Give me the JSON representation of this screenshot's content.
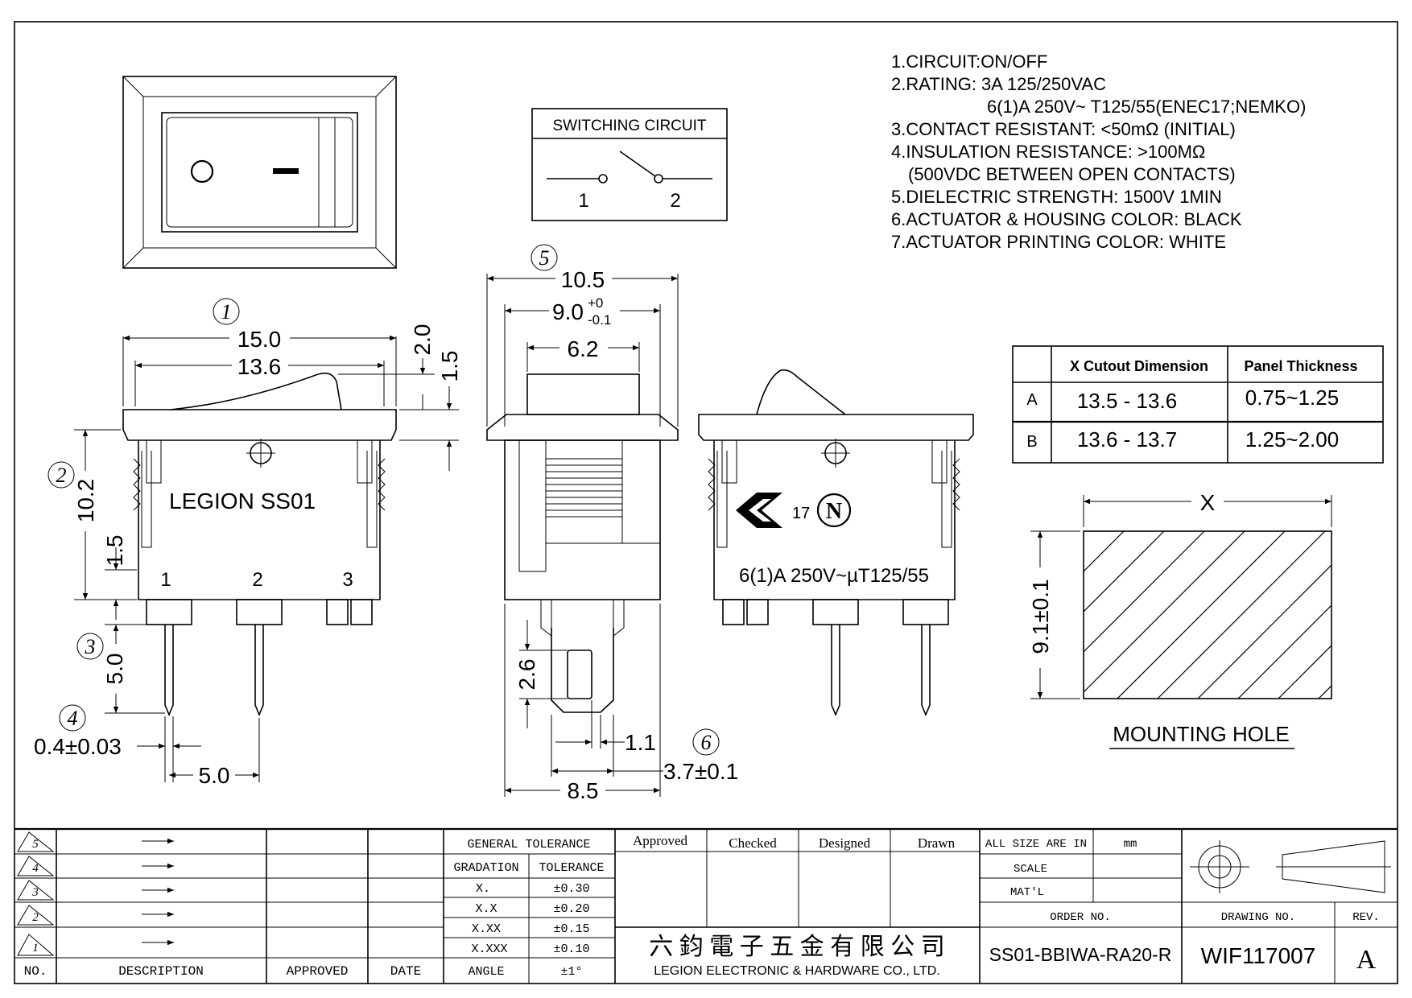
{
  "specs": [
    "1.CIRCUIT:ON/OFF",
    "2.RATING: 3A 125/250VAC",
    "6(1)A 250V~ T125/55(ENEC17;NEMKO)",
    "3.CONTACT RESISTANT: <50mΩ (INITIAL)",
    "4.INSULATION RESISTANCE: >100MΩ",
    "(500VDC BETWEEN OPEN CONTACTS)",
    "5.DIELECTRIC STRENGTH: 1500V  1MIN",
    "6.ACTUATOR & HOUSING COLOR: BLACK",
    "7.ACTUATOR PRINTING COLOR: WHITE"
  ],
  "switching_circuit": {
    "title": "SWITCHING CIRCUIT",
    "terminal_1": "1",
    "terminal_2": "2"
  },
  "callouts": [
    "1",
    "2",
    "3",
    "4",
    "5",
    "6"
  ],
  "front_view": {
    "symbol_off": "O",
    "symbol_on": "-"
  },
  "side_view": {
    "dim_15": "15.0",
    "dim_13_6": "13.6",
    "dim_2_0": "2.0",
    "dim_1_5_top": "1.5",
    "dim_10_2": "10.2",
    "dim_1_5_bottom": "1.5",
    "dim_5_0_pin": "5.0",
    "dim_pin_width": "0.4±0.03",
    "dim_pitch": "5.0",
    "label": "LEGION  SS01",
    "pin_1": "1",
    "pin_2": "2",
    "pin_3": "3"
  },
  "end_view": {
    "dim_10_5": "10.5",
    "dim_9_0": "9.0",
    "dim_9_0_tol_upper": "+0",
    "dim_9_0_tol_lower": "-0.1",
    "dim_6_2": "6.2",
    "dim_2_6": "2.6",
    "dim_1_1": "1.1",
    "dim_8_5": "8.5",
    "dim_3_7": "3.7±0.1"
  },
  "back_view": {
    "enec_number": "17",
    "nemko_mark": "N",
    "rating_label": "6(1)A 250V~µT125/55"
  },
  "cutout_table": {
    "headers": [
      "",
      "X  Cutout Dimension",
      "Panel Thickness"
    ],
    "rows": [
      [
        "A",
        "13.5 - 13.6",
        "0.75~1.25"
      ],
      [
        "B",
        "13.6 - 13.7",
        "1.25~2.00"
      ]
    ]
  },
  "mounting_hole": {
    "x_label": "X",
    "height_label": "9.1±0.1",
    "caption": "MOUNTING HOLE"
  },
  "title_block": {
    "revisions": [
      "5",
      "4",
      "3",
      "2",
      "1"
    ],
    "rev_headers": {
      "no": "NO.",
      "description": "DESCRIPTION",
      "approved": "APPROVED",
      "date": "DATE"
    },
    "tolerance": {
      "title": "GENERAL TOLERANCE",
      "col_gradation": "GRADATION",
      "col_tolerance": "TOLERANCE",
      "rows": [
        [
          "X.",
          "±0.30"
        ],
        [
          "X.X",
          "±0.20"
        ],
        [
          "X.XX",
          "±0.15"
        ],
        [
          "X.XXX",
          "±0.10"
        ],
        [
          "ANGLE",
          "±1°"
        ]
      ]
    },
    "signoffs": [
      "Approved",
      "Checked",
      "Designed",
      "Drawn"
    ],
    "company_cn": "六 鈞 電 子 五 金 有 限 公 司",
    "company_en": "LEGION ELECTRONIC & HARDWARE CO., LTD.",
    "all_size_label": "ALL SIZE ARE IN",
    "all_size_unit": "mm",
    "scale_label": "SCALE",
    "matl_label": "MAT'L",
    "order_label": "ORDER NO.",
    "order_value": "SS01-BBIWA-RA20-R",
    "drawing_label": "DRAWING NO.",
    "drawing_value": "WIF117007",
    "rev_label": "REV.",
    "rev_value": "A"
  }
}
